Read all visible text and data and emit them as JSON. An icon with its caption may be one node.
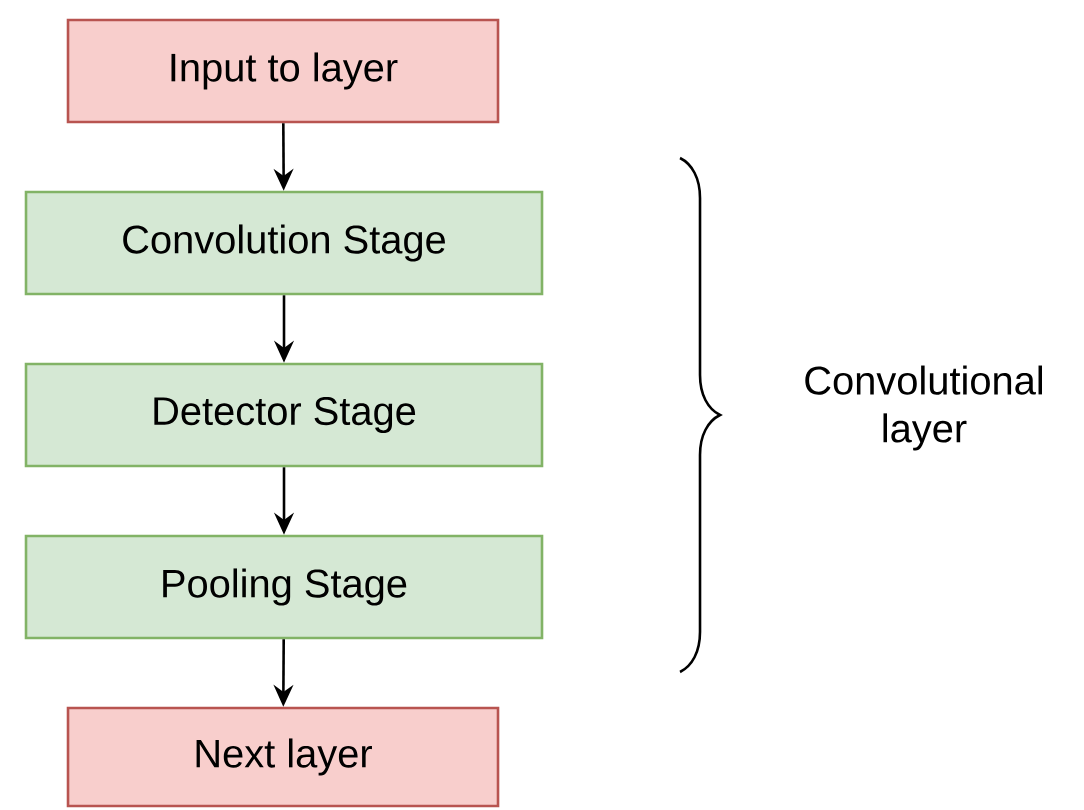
{
  "diagram": {
    "nodes": [
      {
        "text": [
          "Input to layer"
        ]
      },
      {
        "text": [
          "Convolution Stage"
        ]
      },
      {
        "text": [
          "Detector Stage"
        ]
      },
      {
        "text": [
          "Pooling Stage"
        ]
      },
      {
        "text": [
          "Next layer"
        ]
      }
    ],
    "edges": [
      {
        "from": 0,
        "to": 1,
        "arrow": "to"
      },
      {
        "from": 1,
        "to": 2,
        "arrow": "to"
      },
      {
        "from": 2,
        "to": 3,
        "arrow": "to"
      },
      {
        "from": 3,
        "to": 4,
        "arrow": "to"
      }
    ],
    "labels": [
      "Convolutional layer"
    ]
  }
}
